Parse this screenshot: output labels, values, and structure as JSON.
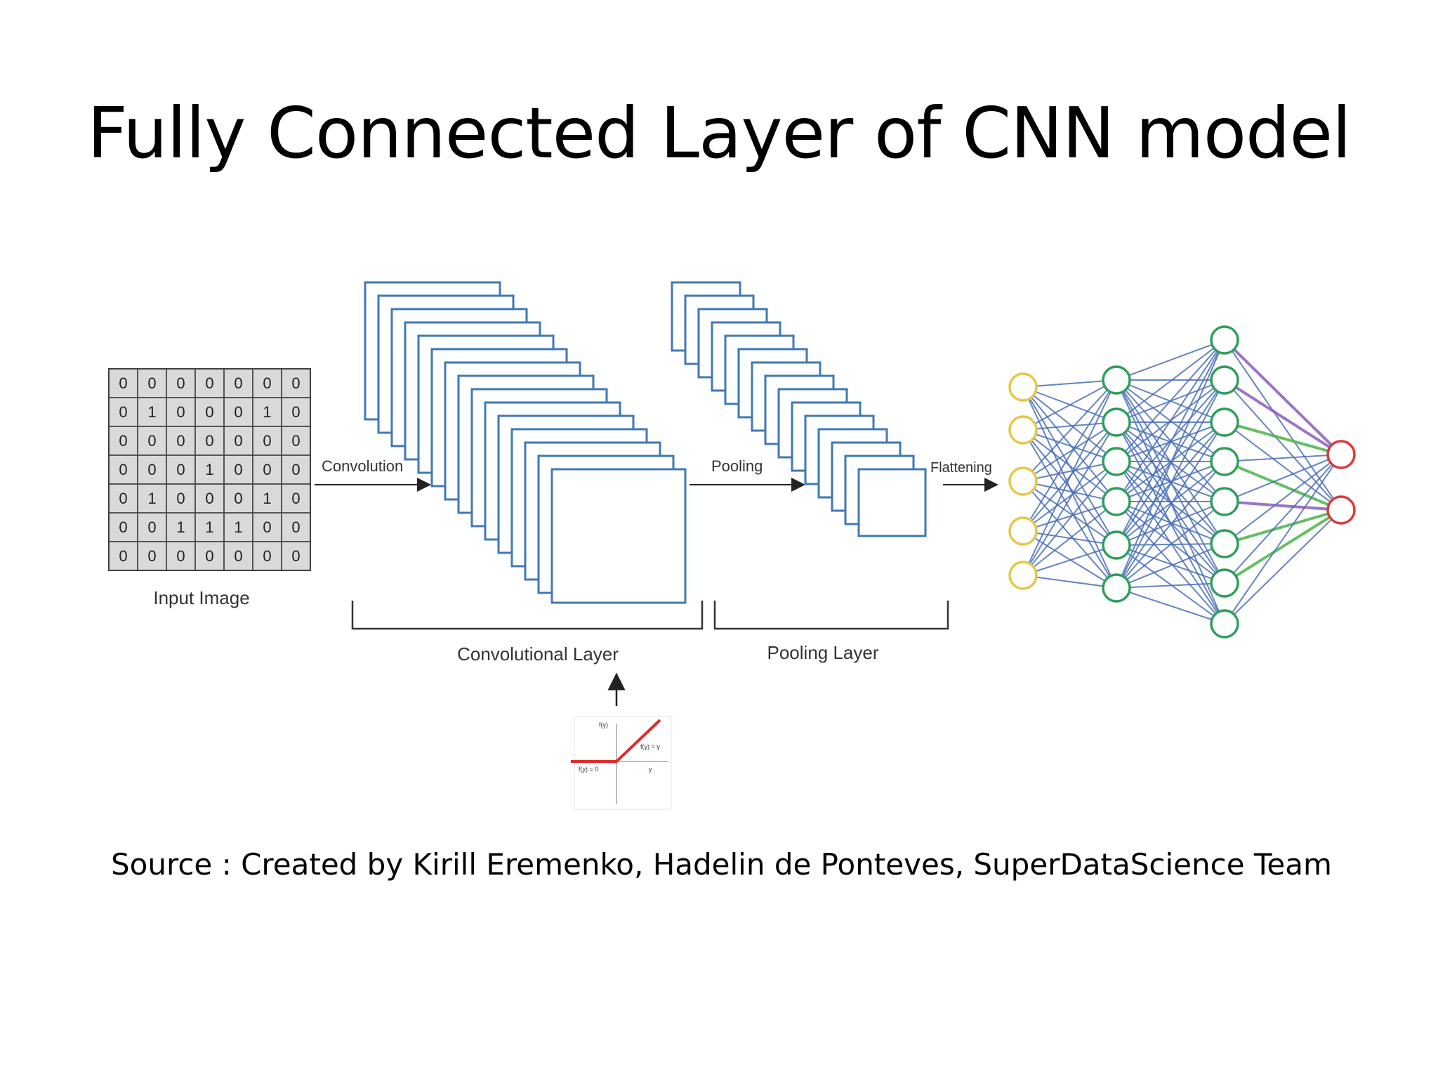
{
  "slide": {
    "title": "Fully Connected Layer of CNN model",
    "source": "Source : Created by Kirill Eremenko, Hadelin de Ponteves, SuperDataScience Team"
  },
  "diagram": {
    "input_matrix": [
      [
        0,
        0,
        0,
        0,
        0,
        0,
        0
      ],
      [
        0,
        1,
        0,
        0,
        0,
        1,
        0
      ],
      [
        0,
        0,
        0,
        0,
        0,
        0,
        0
      ],
      [
        0,
        0,
        0,
        1,
        0,
        0,
        0
      ],
      [
        0,
        1,
        0,
        0,
        0,
        1,
        0
      ],
      [
        0,
        0,
        1,
        1,
        1,
        0,
        0
      ],
      [
        0,
        0,
        0,
        0,
        0,
        0,
        0
      ]
    ],
    "labels": {
      "input_image": "Input Image",
      "convolution": "Convolution",
      "pooling": "Pooling",
      "flattening": "Flattening",
      "convolutional_layer": "Convolutional Layer",
      "pooling_layer": "Pooling Layer"
    },
    "relu_plot": {
      "y_label": "f(y)",
      "right_label": "f(y) = y",
      "left_label": "f(y) = 0",
      "x_label": "y"
    },
    "network": {
      "layer_sizes": [
        5,
        6,
        8,
        2
      ],
      "colors": {
        "input": "#e6c64a",
        "hidden": "#2e9e5a",
        "output": "#d93a3a",
        "edges": "#4a6fb8",
        "highlight_purple": "#8a5cc0",
        "highlight_green": "#4ab54a"
      }
    },
    "colors": {
      "feature_map_stroke": "#3f78b5",
      "relu_line": "#e02b2b",
      "matrix_fill": "#d9d9d9"
    }
  }
}
